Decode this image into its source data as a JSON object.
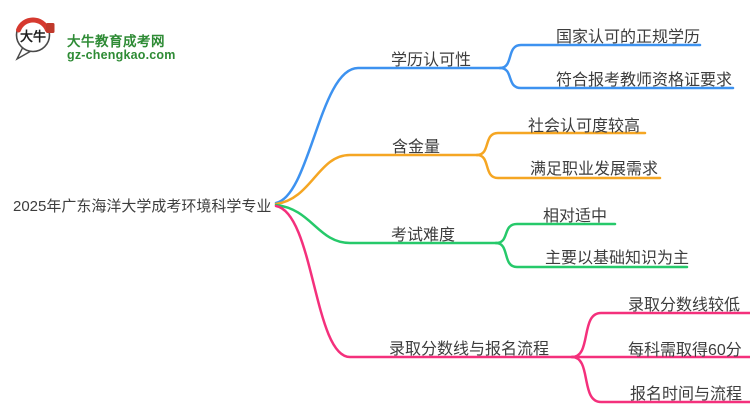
{
  "logo": {
    "mark_text": "大牛",
    "title": "大牛教育成考网",
    "subtitle": "gz-chengkao.com",
    "title_color": "#2e8b35",
    "mark_red": "#d6392f"
  },
  "central_topic": "2025年广东海洋大学成考环境科学专业",
  "colors": {
    "blue": "#3d92f0",
    "orange": "#f5a623",
    "green": "#26c96a",
    "pink": "#f4307c",
    "text": "#3d3d3d"
  },
  "branches": [
    {
      "label": "学历认可性",
      "color": "#3d92f0",
      "children": [
        "国家认可的正规学历",
        "符合报考教师资格证要求"
      ]
    },
    {
      "label": "含金量",
      "color": "#f5a623",
      "children": [
        "社会认可度较高",
        "满足职业发展需求"
      ]
    },
    {
      "label": "考试难度",
      "color": "#26c96a",
      "children": [
        "相对适中",
        "主要以基础知识为主"
      ]
    },
    {
      "label": "录取分数线与报名流程",
      "color": "#f4307c",
      "children": [
        "录取分数线较低",
        "每科需取得60分",
        "报名时间与流程"
      ]
    }
  ]
}
